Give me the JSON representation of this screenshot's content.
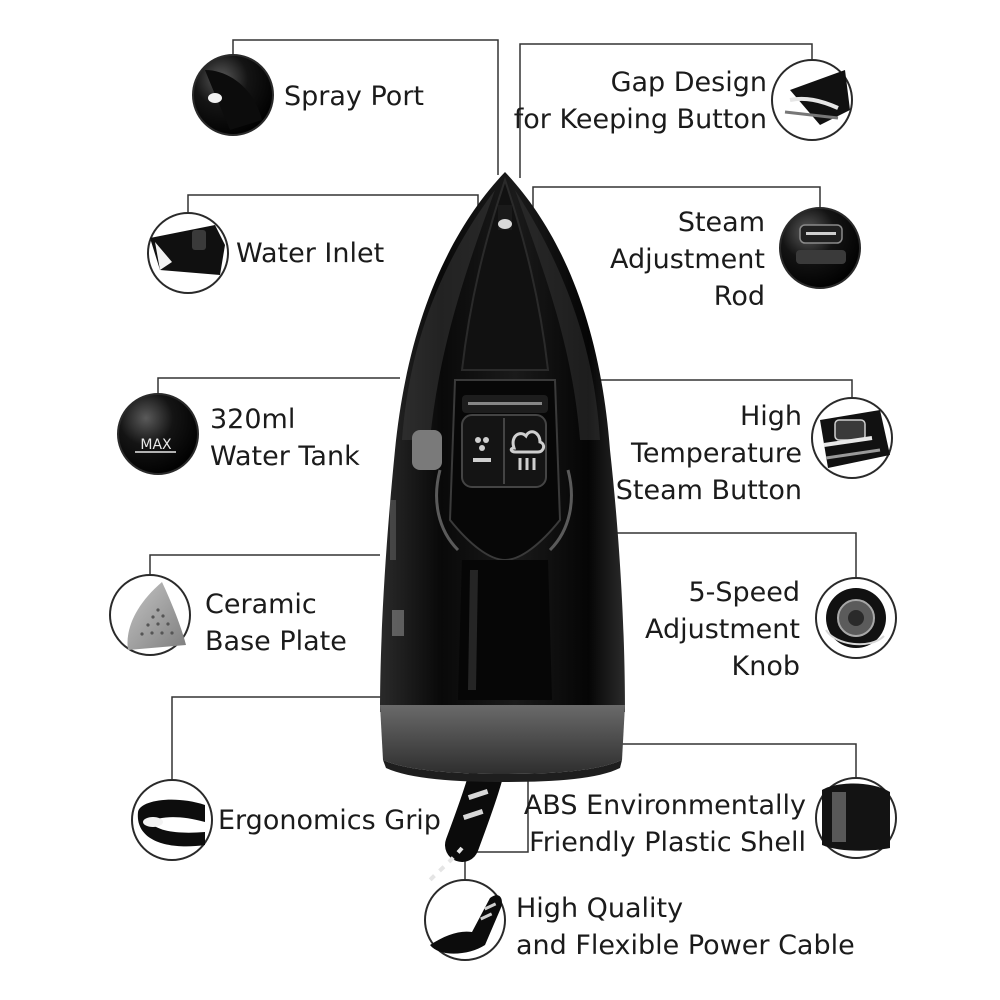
{
  "colors": {
    "background": "#ffffff",
    "iron_body": "#0b0b0b",
    "iron_highlight": "#4a4a4a",
    "soleplate": "#9a9a9a",
    "leader_line": "#333333"
  },
  "features": {
    "spray_port": {
      "lines": [
        "Spray Port"
      ],
      "icon": "spray-port-closeup"
    },
    "water_inlet": {
      "lines": [
        "Water Inlet"
      ],
      "icon": "water-inlet-closeup"
    },
    "water_tank": {
      "lines": [
        "320ml",
        "Water Tank"
      ],
      "icon": "max-mark-closeup",
      "icon_text": "MAX"
    },
    "base_plate": {
      "lines": [
        "Ceramic",
        "Base Plate"
      ],
      "icon": "soleplate-closeup"
    },
    "grip": {
      "lines": [
        "Ergonomics Grip"
      ],
      "icon": "handle-closeup"
    },
    "gap_design": {
      "lines": [
        "Gap Design",
        "for Keeping Button"
      ],
      "icon": "gap-closeup"
    },
    "steam_rod": {
      "lines": [
        "Steam",
        "Adjustment",
        "Rod"
      ],
      "icon": "steam-rod-closeup"
    },
    "steam_button": {
      "lines": [
        "High",
        "Temperature",
        "Steam Button"
      ],
      "icon": "steam-button-closeup"
    },
    "speed_knob": {
      "lines": [
        "5-Speed",
        "Adjustment",
        "Knob"
      ],
      "icon": "knob-closeup"
    },
    "abs_shell": {
      "lines": [
        "ABS Environmentally",
        "Friendly Plastic Shell"
      ],
      "icon": "shell-closeup"
    },
    "power_cable": {
      "lines": [
        "High Quality",
        "and Flexible Power Cable"
      ],
      "icon": "cable-closeup"
    }
  }
}
